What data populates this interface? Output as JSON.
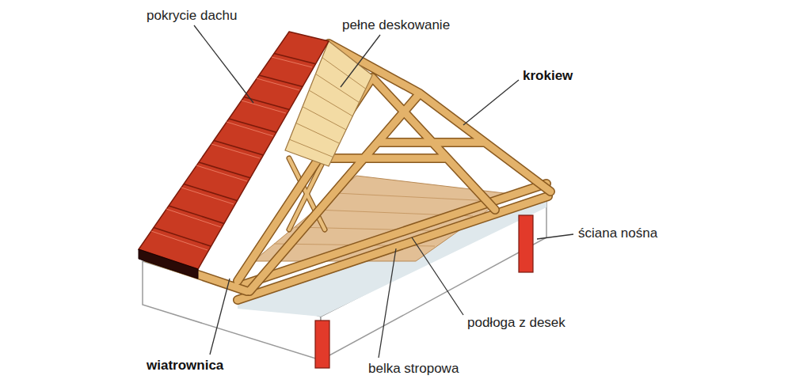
{
  "diagram": {
    "labels": [
      "pokrycie dachu",
      "pełne deskowanie",
      "krokiew",
      "ściana nośna",
      "podłoga z desek",
      "wiatrownica",
      "belka stropowa"
    ]
  }
}
